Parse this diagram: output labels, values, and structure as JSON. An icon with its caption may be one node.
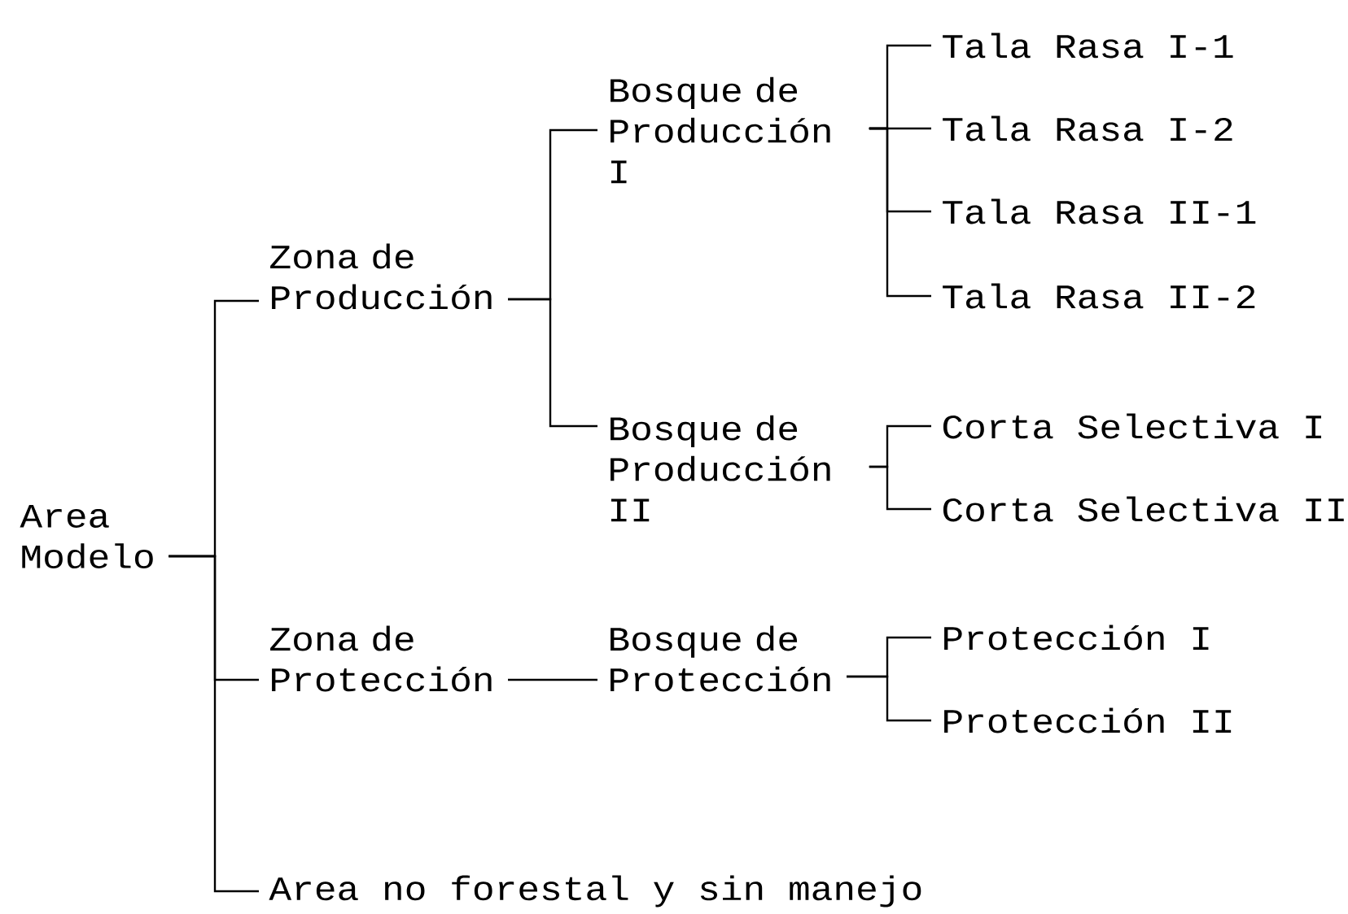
{
  "diagram": {
    "nodes": [
      {
        "text": [
          "Area Modelo"
        ]
      },
      {
        "text": [
          "Zona de Producción"
        ]
      },
      {
        "text": [
          "Bosque de Producción I"
        ]
      },
      {
        "text": [
          "Tala Rasa I-1"
        ]
      },
      {
        "text": [
          "Tala Rasa I-2"
        ]
      },
      {
        "text": [
          "Tala Rasa II-1"
        ]
      },
      {
        "text": [
          "Tala Rasa II-2"
        ]
      },
      {
        "text": [
          "Bosque de Producción II"
        ]
      },
      {
        "text": [
          "Corta Selectiva I"
        ]
      },
      {
        "text": [
          "Corta Selectiva II"
        ]
      },
      {
        "text": [
          "Zona de Protección"
        ]
      },
      {
        "text": [
          "Bosque de Protección"
        ]
      },
      {
        "text": [
          "Protección I"
        ]
      },
      {
        "text": [
          "Protección II"
        ]
      },
      {
        "text": [
          "Area no forestal y sin manejo"
        ]
      }
    ],
    "edges": [
      {
        "from": 0,
        "to": 1,
        "arrow": "none"
      },
      {
        "from": 0,
        "to": 10,
        "arrow": "none"
      },
      {
        "from": 0,
        "to": 14,
        "arrow": "none"
      },
      {
        "from": 1,
        "to": 2,
        "arrow": "none"
      },
      {
        "from": 1,
        "to": 7,
        "arrow": "none"
      },
      {
        "from": 2,
        "to": 3,
        "arrow": "none"
      },
      {
        "from": 2,
        "to": 4,
        "arrow": "none"
      },
      {
        "from": 2,
        "to": 5,
        "arrow": "none"
      },
      {
        "from": 2,
        "to": 6,
        "arrow": "none"
      },
      {
        "from": 7,
        "to": 8,
        "arrow": "none"
      },
      {
        "from": 7,
        "to": 9,
        "arrow": "none"
      },
      {
        "from": 10,
        "to": 11,
        "arrow": "none"
      },
      {
        "from": 11,
        "to": 12,
        "arrow": "none"
      },
      {
        "from": 11,
        "to": 13,
        "arrow": "none"
      }
    ]
  }
}
